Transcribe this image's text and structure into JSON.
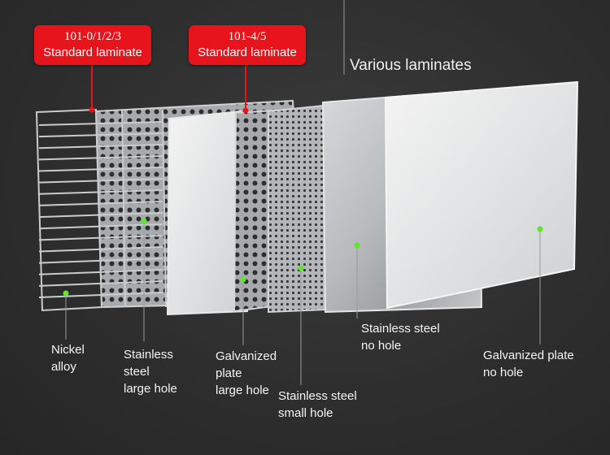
{
  "title": "Various laminates",
  "tags": [
    {
      "code": "101-0/1/2/3",
      "name": "Standard laminate"
    },
    {
      "code": "101-4/5",
      "name": "Standard laminate"
    }
  ],
  "labels": {
    "nickel": [
      "Nickel",
      "alloy"
    ],
    "ss_large": [
      "Stainless",
      "steel",
      "large hole"
    ],
    "galv_large": [
      "Galvanized",
      "plate",
      "large hole"
    ],
    "ss_small": [
      "Stainless steel",
      "small hole"
    ],
    "ss_nohole": [
      "Stainless steel",
      "no hole"
    ],
    "galv_nohole": [
      "Galvanized plate",
      "no hole"
    ]
  },
  "colors": {
    "background": "#2e2e2e",
    "tag": "#e8141b",
    "marker": "#5de82a",
    "leader": "#9a9a9a"
  }
}
